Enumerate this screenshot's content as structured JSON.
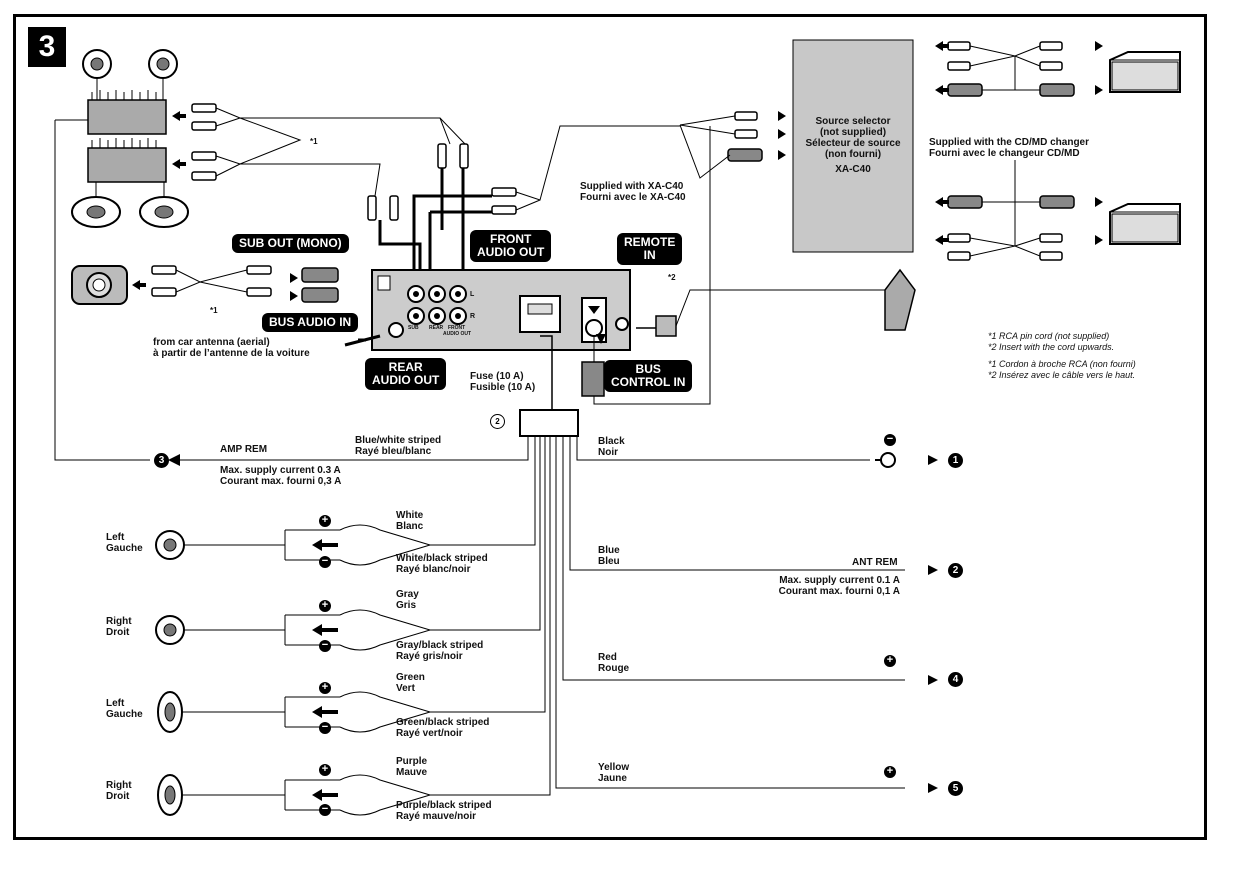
{
  "figure_number": "3",
  "source_selector": {
    "lines": [
      "Source selector",
      "(not supplied)",
      "Sélecteur de source",
      "(non fourni)"
    ],
    "model": "XA-C40"
  },
  "cdmd_changer_note": [
    "Supplied with the CD/MD changer",
    "Fourni avec le changeur CD/MD"
  ],
  "xac40_note": [
    "Supplied with XA-C40",
    "Fourni avec le XA-C40"
  ],
  "footnote_mark_1": "*1",
  "footnote_mark_2": "*2",
  "footnotes": [
    {
      "mark": "*1",
      "text": "RCA pin cord (not supplied)"
    },
    {
      "mark": "*2",
      "text": "Insert with the cord upwards."
    },
    {
      "mark": "*1",
      "text": "Cordon à broche RCA (non fourni)"
    },
    {
      "mark": "*2",
      "text": "Insérez avec le câble vers le haut."
    }
  ],
  "tags": {
    "sub_out": "SUB OUT (MONO)",
    "front_audio_out": [
      "FRONT",
      "AUDIO OUT"
    ],
    "remote_in": [
      "REMOTE",
      "IN"
    ],
    "bus_audio_in": "BUS AUDIO IN",
    "rear_audio_out": [
      "REAR",
      "AUDIO OUT"
    ],
    "bus_control_in": [
      "BUS",
      "CONTROL IN"
    ]
  },
  "unit_labels": {
    "L": "L",
    "R": "R",
    "sub": "SUB",
    "rear": "REAR",
    "front": "FRONT",
    "audio_out": "AUDIO OUT"
  },
  "antenna": [
    "from car antenna (aerial)",
    "à partir de l’antenne de la voiture"
  ],
  "fuse": [
    "Fuse (10 A)",
    "Fusible (10 A)"
  ],
  "connector_num": "2",
  "amp_rem": {
    "label": "AMP REM",
    "badge": "3",
    "wire": [
      "Blue/white striped",
      "Rayé bleu/blanc"
    ],
    "current": [
      "Max. supply current 0.3 A",
      "Courant max. fourni 0,3 A"
    ]
  },
  "right_wires": [
    {
      "color": [
        "Black",
        "Noir"
      ],
      "sign": "−",
      "badge": "1"
    },
    {
      "color": [
        "Blue",
        "Bleu"
      ],
      "label": "ANT REM",
      "current": [
        "Max. supply current 0.1 A",
        "Courant max. fourni 0,1 A"
      ],
      "badge": "2"
    },
    {
      "color": [
        "Red",
        "Rouge"
      ],
      "sign": "+",
      "badge": "4"
    },
    {
      "color": [
        "Yellow",
        "Jaune"
      ],
      "sign": "+",
      "badge": "5"
    }
  ],
  "speakers": [
    {
      "side": [
        "Left",
        "Gauche"
      ],
      "plus": [
        "White",
        "Blanc"
      ],
      "minus": [
        "White/black striped",
        "Rayé blanc/noir"
      ]
    },
    {
      "side": [
        "Right",
        "Droit"
      ],
      "plus": [
        "Gray",
        "Gris"
      ],
      "minus": [
        "Gray/black striped",
        "Rayé gris/noir"
      ]
    },
    {
      "side": [
        "Left",
        "Gauche"
      ],
      "plus": [
        "Green",
        "Vert"
      ],
      "minus": [
        "Green/black striped",
        "Rayé vert/noir"
      ]
    },
    {
      "side": [
        "Right",
        "Droit"
      ],
      "plus": [
        "Purple",
        "Mauve"
      ],
      "minus": [
        "Purple/black striped",
        "Rayé mauve/noir"
      ]
    }
  ],
  "signs": {
    "plus": "+",
    "minus": "−"
  }
}
